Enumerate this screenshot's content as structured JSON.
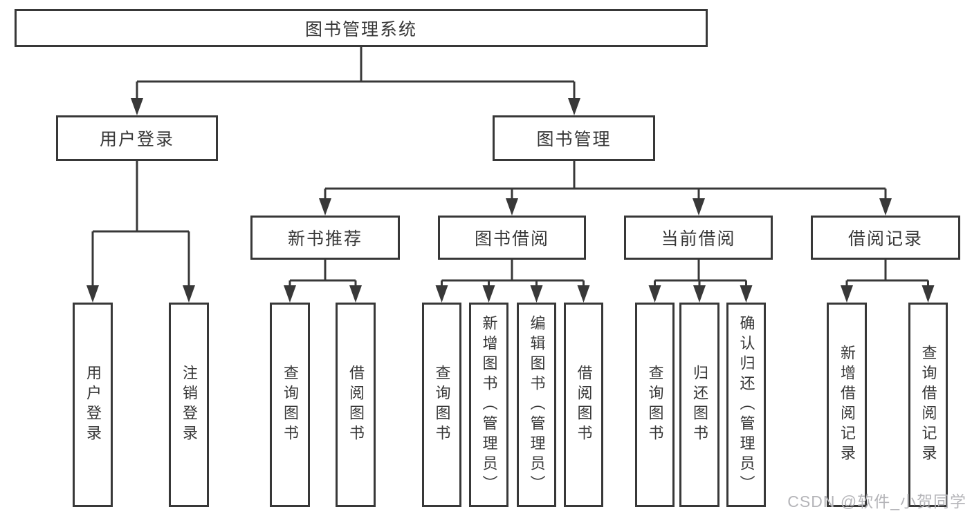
{
  "tree": {
    "label": "图书管理系统",
    "children": [
      {
        "label": "用户登录",
        "children": [
          {
            "label": "用户登录"
          },
          {
            "label": "注销登录"
          }
        ]
      },
      {
        "label": "图书管理",
        "children": [
          {
            "label": "新书推荐",
            "children": [
              {
                "label": "查询图书"
              },
              {
                "label": "借阅图书"
              }
            ]
          },
          {
            "label": "图书借阅",
            "children": [
              {
                "label": "查询图书"
              },
              {
                "label": "新增图书（管理员）"
              },
              {
                "label": "编辑图书（管理员）"
              },
              {
                "label": "借阅图书"
              }
            ]
          },
          {
            "label": "当前借阅",
            "children": [
              {
                "label": "查询图书"
              },
              {
                "label": "归还图书"
              },
              {
                "label": "确认归还（管理员）"
              }
            ]
          },
          {
            "label": "借阅记录",
            "children": [
              {
                "label": "新增借阅记录"
              },
              {
                "label": "查询借阅记录"
              }
            ]
          }
        ]
      }
    ]
  },
  "watermark": {
    "text": "CSDN @软件_小贺同学"
  },
  "colors": {
    "line": "#383838",
    "text": "#383838",
    "background": "#ffffff",
    "watermark": "#b4b4b8"
  }
}
